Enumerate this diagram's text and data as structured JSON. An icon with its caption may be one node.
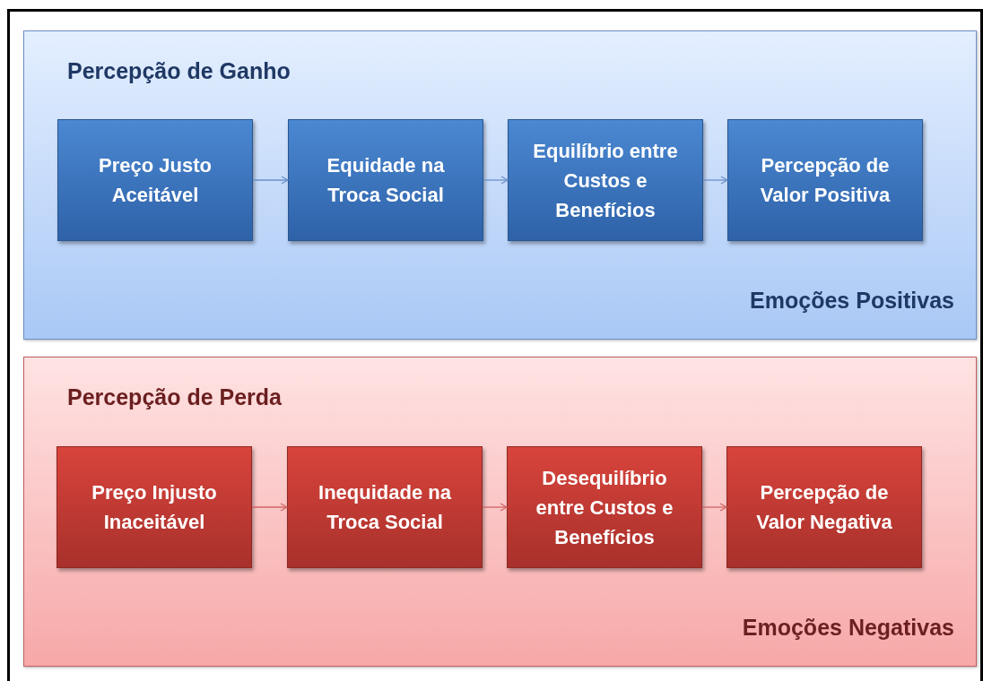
{
  "diagram": {
    "nodes": [
      {
        "text": [
          "Percepção de Ganho",
          "Emoções Positivas"
        ]
      },
      {
        "text": [
          "Preço Justo Aceitável"
        ],
        "in": 0
      },
      {
        "text": [
          "Equidade na Troca Social"
        ],
        "in": 0
      },
      {
        "text": [
          "Equilíbrio entre Custos e Benefícios"
        ],
        "in": 0
      },
      {
        "text": [
          "Percepção de Valor Positiva"
        ],
        "in": 0
      },
      {
        "text": [
          "Percepção de Perda",
          "Emoções Negativas"
        ]
      },
      {
        "text": [
          "Preço Injusto Inaceitável"
        ],
        "in": 5
      },
      {
        "text": [
          "Inequidade na Troca Social"
        ],
        "in": 5
      },
      {
        "text": [
          "Desequilíbrio entre Custos e Benefícios"
        ],
        "in": 5
      },
      {
        "text": [
          "Percepção de Valor Negativa"
        ],
        "in": 5
      }
    ],
    "edges": [
      {
        "from": 1,
        "to": 2,
        "arrow": "to"
      },
      {
        "from": 2,
        "to": 3,
        "arrow": "to"
      },
      {
        "from": 3,
        "to": 4,
        "arrow": "to"
      },
      {
        "from": 6,
        "to": 7,
        "arrow": "to",
        "color": "#d06464"
      },
      {
        "from": 7,
        "to": 8,
        "arrow": "to",
        "color": "#d06464"
      },
      {
        "from": 8,
        "to": 9,
        "arrow": "to",
        "color": "#d06464"
      }
    ]
  }
}
